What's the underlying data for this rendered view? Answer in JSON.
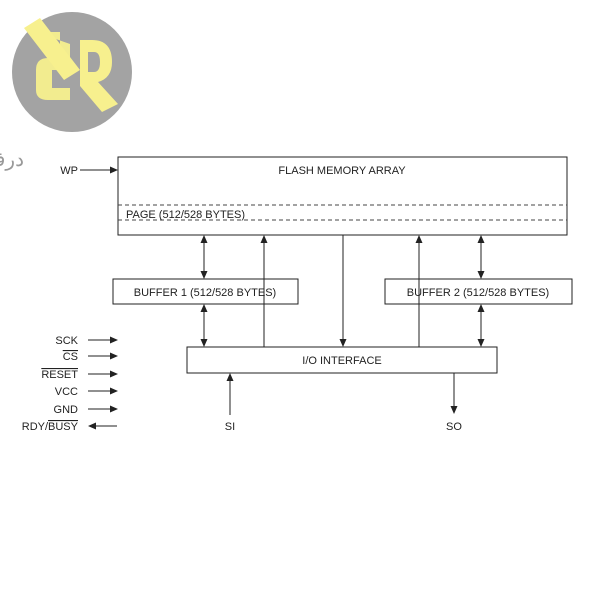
{
  "logo": {
    "text": "درفنیک",
    "colors": {
      "circle": "#a3a3a3",
      "letter": "#f7f08e"
    }
  },
  "flash": {
    "title": "FLASH MEMORY ARRAY",
    "page": "PAGE (512/528 BYTES)"
  },
  "buffer1": "BUFFER 1 (512/528 BYTES)",
  "buffer2": "BUFFER 2 (512/528 BYTES)",
  "io": "I/O INTERFACE",
  "pins": {
    "wp": "WP",
    "sck": "SCK",
    "cs": "CS",
    "reset": "RESET",
    "vcc": "VCC",
    "gnd": "GND",
    "rdy": "RDY/",
    "busy": "BUSY",
    "si": "SI",
    "so": "SO"
  }
}
